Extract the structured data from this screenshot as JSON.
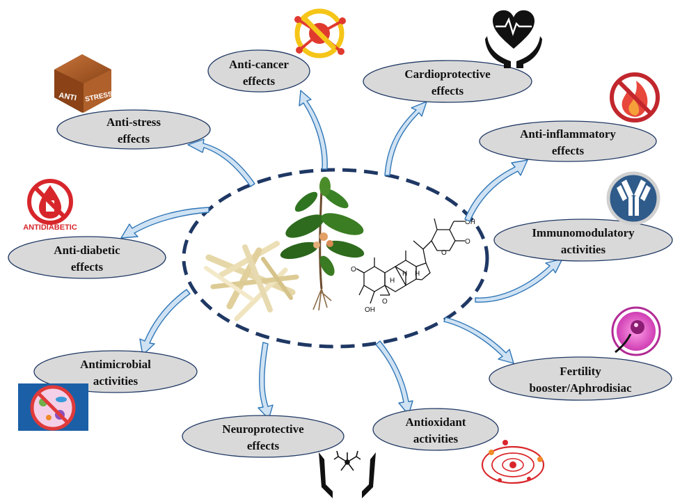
{
  "colors": {
    "ellipse_fill": "#d9d9d9",
    "ellipse_stroke": "#1f3864",
    "arrow_fill": "#cfe2f3",
    "arrow_stroke": "#2e75b6",
    "hub_stroke": "#1f3864",
    "icon_red": "#d9262b",
    "icon_orange": "#f0a22b"
  },
  "hub": {
    "images": [
      "ashwagandha-roots",
      "ashwagandha-plant",
      "withanolide-structure"
    ],
    "chem_labels": {
      "ketone": "O",
      "hydroxyl_bottom": "OH",
      "epoxide": "O",
      "hydroxyl_top": "OH",
      "lactone_o1": "O",
      "lactone_o2": "O",
      "h1": "H",
      "h2": "H",
      "h3": "H"
    }
  },
  "effects": [
    {
      "id": "anti-cancer",
      "line1": "Anti-cancer",
      "line2": "effects",
      "icon": "anti-cancer-icon"
    },
    {
      "id": "cardioprotective",
      "line1": "Cardioprotective",
      "line2": "effects",
      "icon": "heart-in-hands-icon"
    },
    {
      "id": "anti-stress",
      "line1": "Anti-stress",
      "line2": "effects",
      "icon": "anti-stress-cube-icon"
    },
    {
      "id": "anti-inflammatory",
      "line1": "Anti-inflammatory",
      "line2": "effects",
      "icon": "no-fire-icon"
    },
    {
      "id": "anti-diabetic",
      "line1": "Anti-diabetic",
      "line2": "effects",
      "icon": "antidiabetic-icon"
    },
    {
      "id": "immunomodulatory",
      "line1": "Immunomodulatory",
      "line2": "activities",
      "icon": "antibody-icon"
    },
    {
      "id": "antimicrobial",
      "line1": "Antimicrobial",
      "line2": "activities",
      "icon": "no-microbes-icon"
    },
    {
      "id": "fertility",
      "line1": "Fertility",
      "line2": "booster/Aphrodisiac",
      "icon": "sperm-egg-icon"
    },
    {
      "id": "neuroprotective",
      "line1": "Neuroprotective",
      "line2": "effects",
      "icon": "neuron-in-hands-icon"
    },
    {
      "id": "antioxidant",
      "line1": "Antioxidant",
      "line2": "activities",
      "icon": "atom-icon"
    }
  ],
  "icon_texts": {
    "anti_stress_left": "ANTI",
    "anti_stress_right": "STRESS",
    "antidiabetic": "ANTIDIABETIC"
  }
}
